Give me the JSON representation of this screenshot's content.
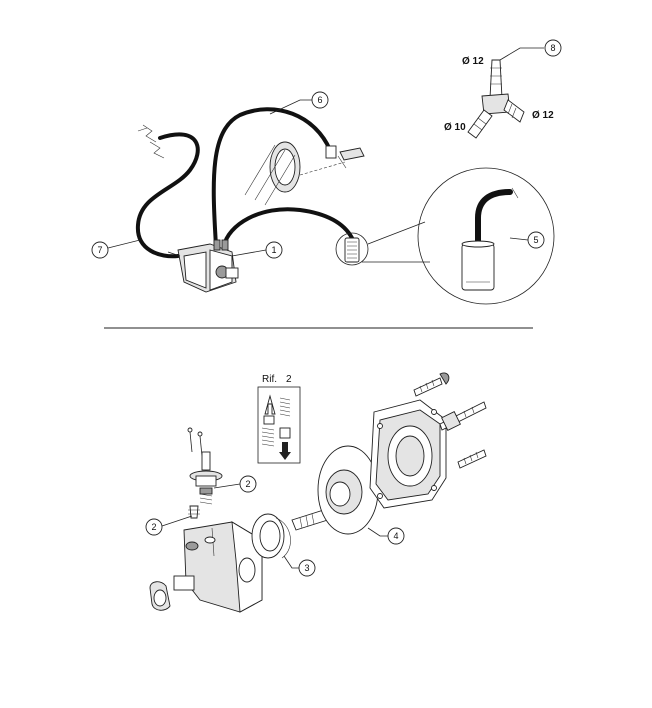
{
  "callouts": {
    "c1": "1",
    "c2a": "2",
    "c2b": "2",
    "c3": "3",
    "c4": "4",
    "c5": "5",
    "c6": "6",
    "c7": "7",
    "c8": "8"
  },
  "dimensions": {
    "top": "Ø 12",
    "right": "Ø 12",
    "left": "Ø 10"
  },
  "reference_box": {
    "label": "Rif.",
    "number": "2"
  },
  "colors": {
    "line": "#222222",
    "hose": "#111111",
    "fill_light": "#e4e4e4"
  }
}
